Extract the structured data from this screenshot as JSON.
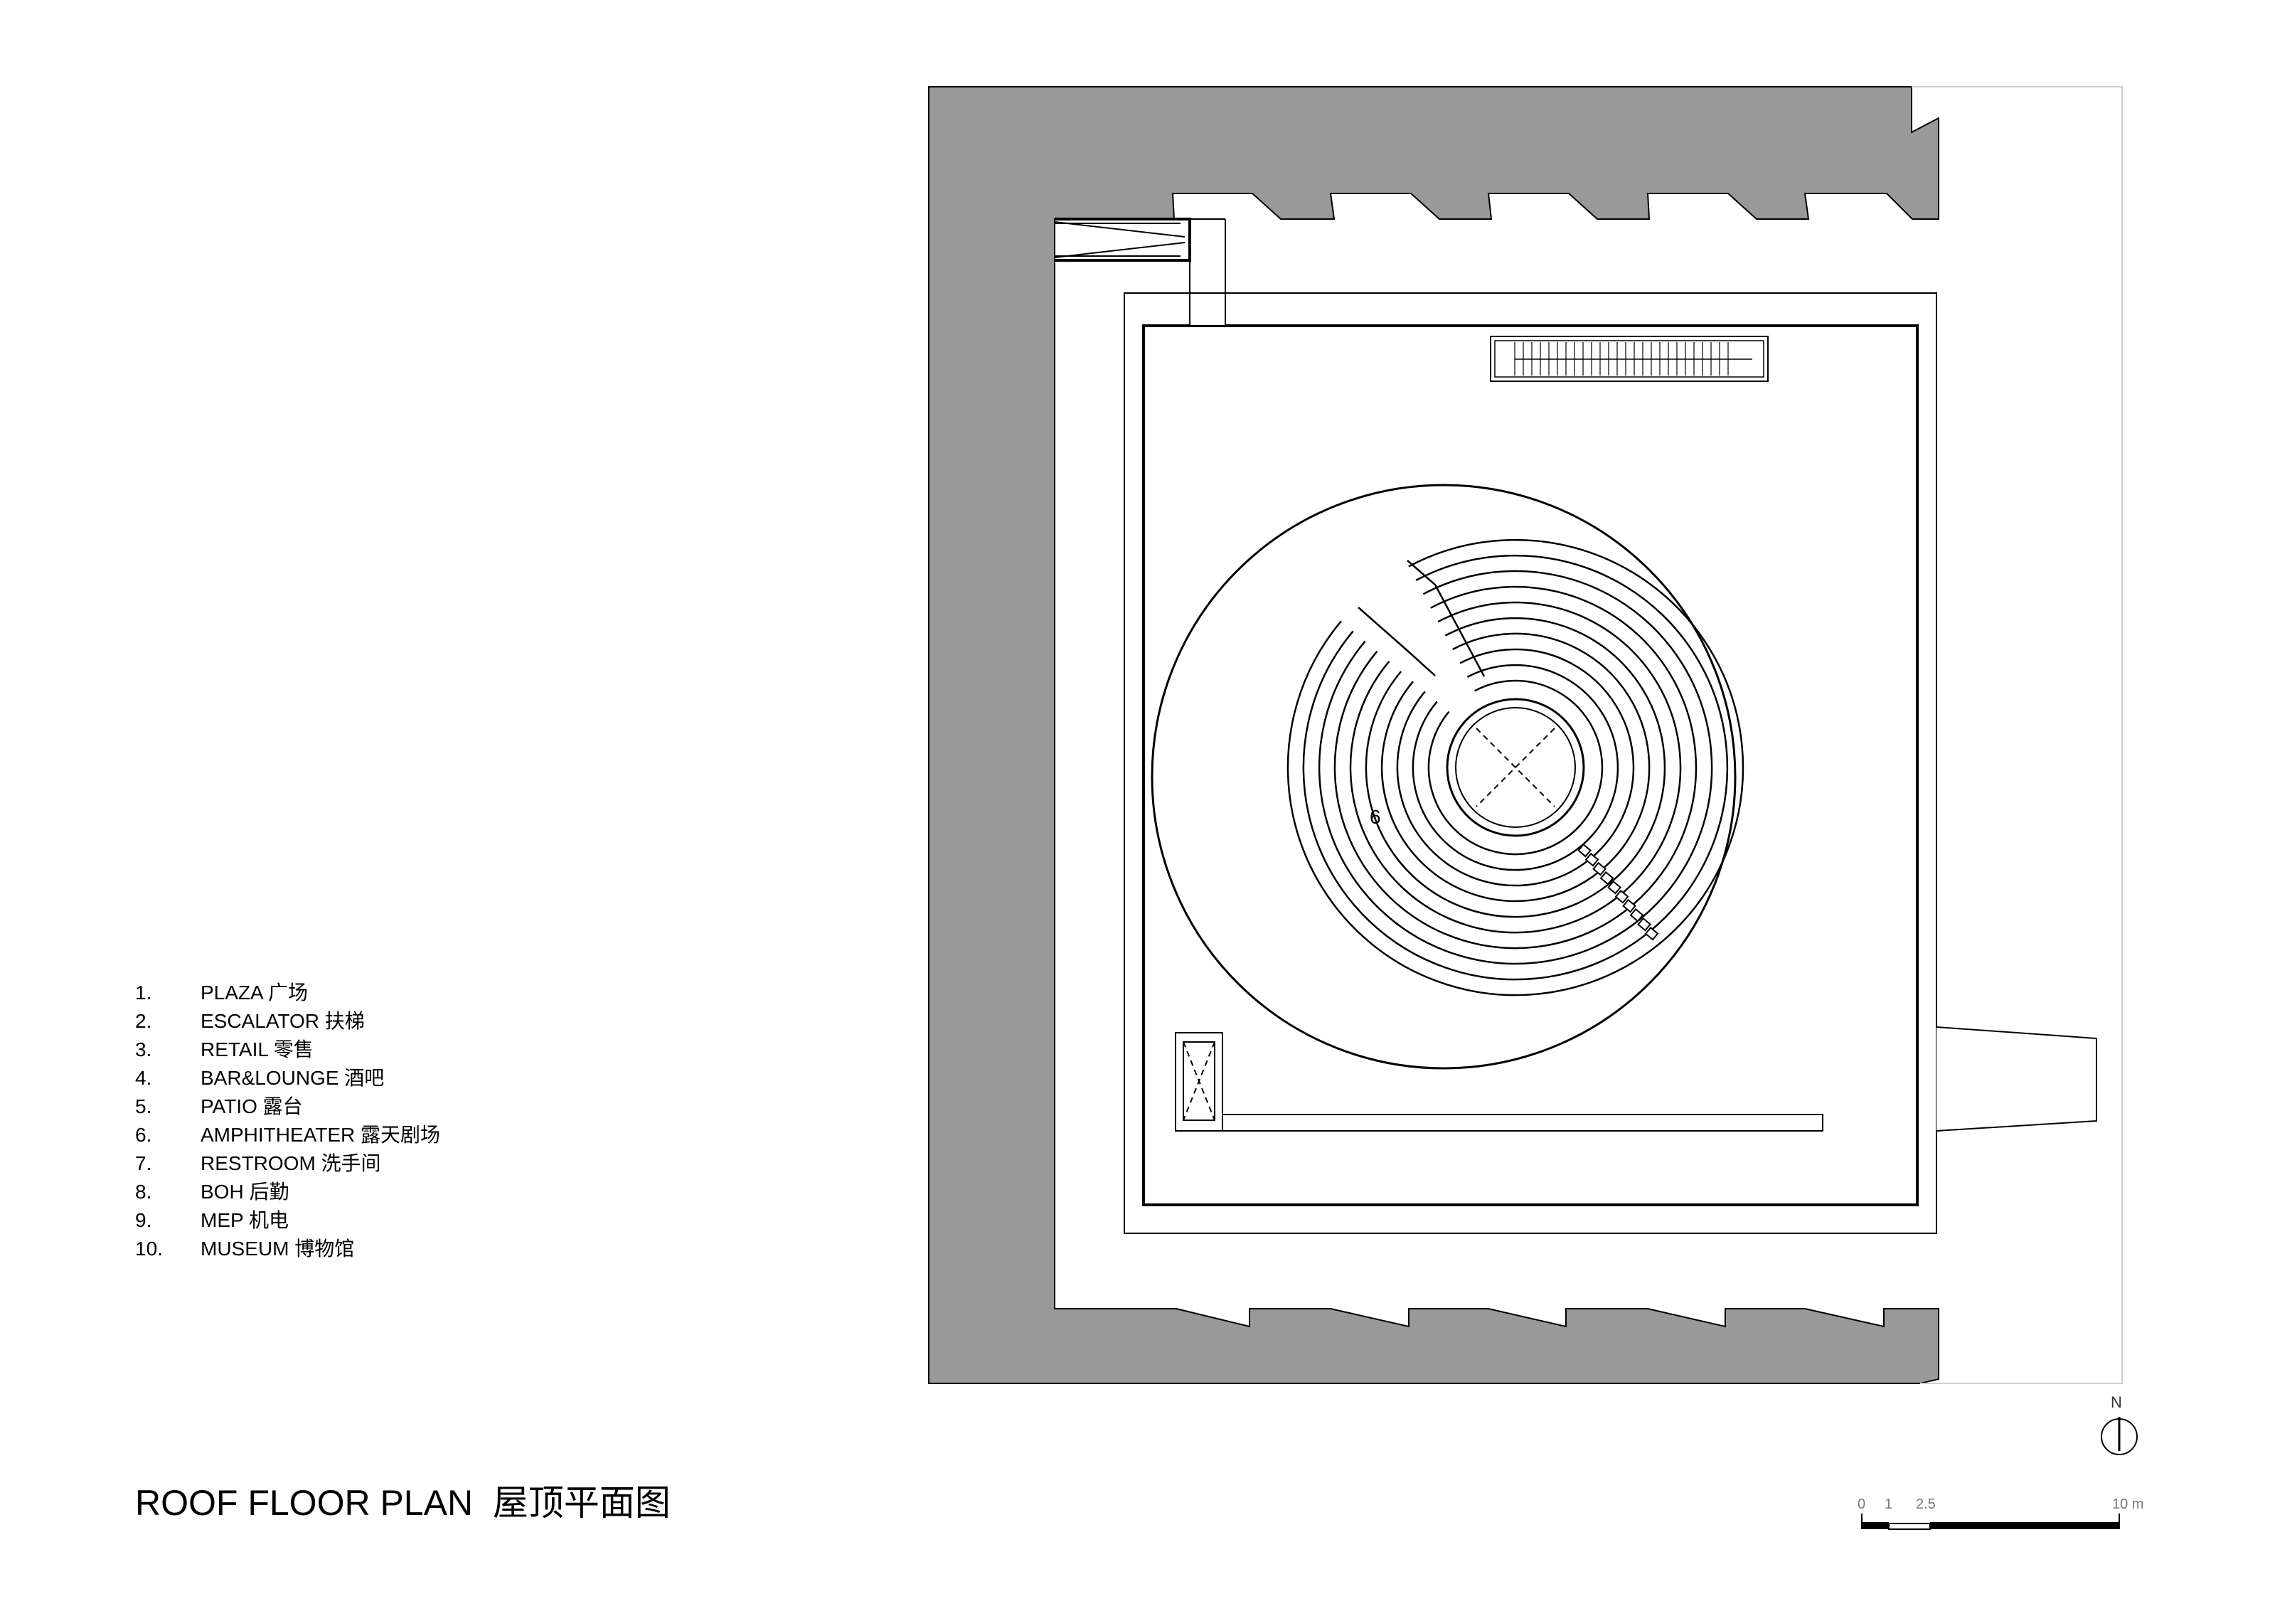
{
  "title": {
    "en": "ROOF FLOOR PLAN",
    "zh": "屋顶平面图"
  },
  "legend": [
    {
      "num": "1.",
      "label": "PLAZA 广场"
    },
    {
      "num": "2.",
      "label": "ESCALATOR  扶梯"
    },
    {
      "num": "3.",
      "label": "RETAIL  零售"
    },
    {
      "num": "4.",
      "label": "BAR&LOUNGE  酒吧"
    },
    {
      "num": "5.",
      "label": "PATIO  露台"
    },
    {
      "num": "6.",
      "label": "AMPHITHEATER  露天剧场"
    },
    {
      "num": "7.",
      "label": "RESTROOM  洗手间"
    },
    {
      "num": "8.",
      "label": "BOH  后勤"
    },
    {
      "num": "9.",
      "label": "MEP  机电"
    },
    {
      "num": "10.",
      "label": "MUSEUM  博物馆"
    }
  ],
  "room_label": "6",
  "north": "N",
  "scale": {
    "ticks": [
      "0",
      "1",
      "2.5",
      "10 m"
    ]
  },
  "colors": {
    "poche": "#999999",
    "line": "#000000",
    "background": "#ffffff"
  }
}
